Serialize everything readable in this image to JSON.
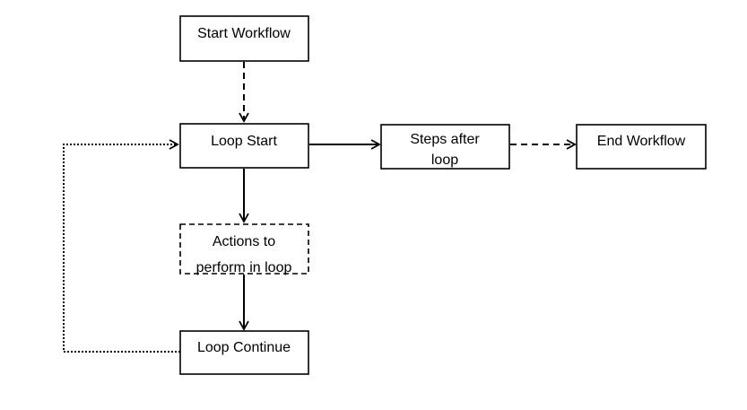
{
  "diagram": {
    "nodes": {
      "start": {
        "label": "Start Workflow"
      },
      "loop_start": {
        "label": "Loop Start"
      },
      "steps_after": {
        "label_line1": "Steps after",
        "label_line2": "loop"
      },
      "end": {
        "label": "End Workflow"
      },
      "actions": {
        "label_line1": "Actions to",
        "label_line2": "perform in  loop"
      },
      "loop_continue": {
        "label": "Loop Continue"
      }
    },
    "edges": [
      {
        "from": "Start Workflow",
        "to": "Loop Start",
        "style": "dashed"
      },
      {
        "from": "Loop Start",
        "to": "Steps after loop",
        "style": "solid"
      },
      {
        "from": "Steps after loop",
        "to": "End Workflow",
        "style": "dashed"
      },
      {
        "from": "Loop Start",
        "to": "Actions to perform in loop",
        "style": "solid"
      },
      {
        "from": "Actions to perform in loop",
        "to": "Loop Continue",
        "style": "solid"
      },
      {
        "from": "Loop Continue",
        "to": "Loop Start",
        "style": "dotted"
      }
    ],
    "colors": {
      "stroke": "#000000",
      "background": "#ffffff"
    }
  }
}
